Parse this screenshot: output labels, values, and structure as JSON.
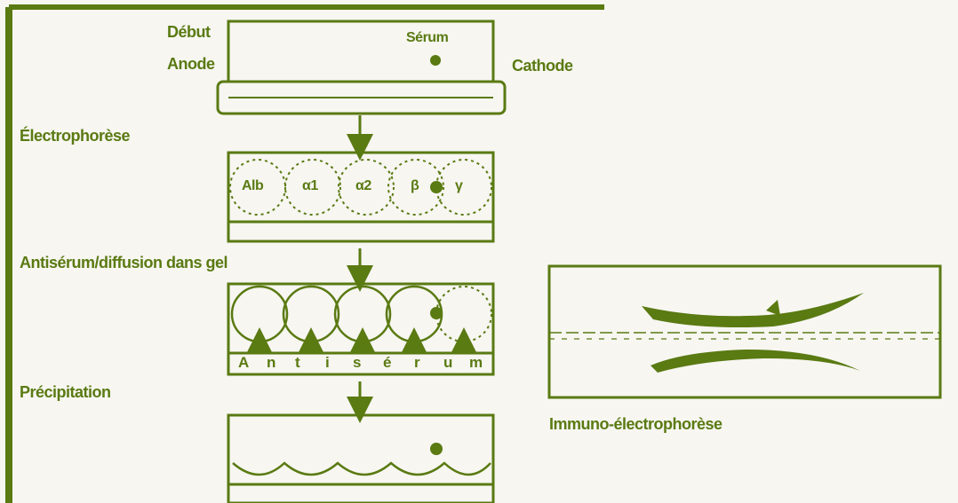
{
  "labels": {
    "debut": "Début",
    "anode": "Anode",
    "serum": "Sérum",
    "cathode": "Cathode",
    "electrophorese": "Électrophorèse",
    "antiserum_diffusion": "Antisérum/diffusion dans gel",
    "precipitation": "Précipitation",
    "immuno": "Immuno-électrophorèse"
  },
  "fractions": [
    "Alb",
    "α1",
    "α2",
    "β",
    "γ"
  ],
  "antiserum_letters": [
    "A",
    "n",
    "t",
    "i",
    "s",
    "é",
    "r",
    "u",
    "m"
  ],
  "colors": {
    "ink": "#5a7a12",
    "background": "#f7f6f1"
  }
}
